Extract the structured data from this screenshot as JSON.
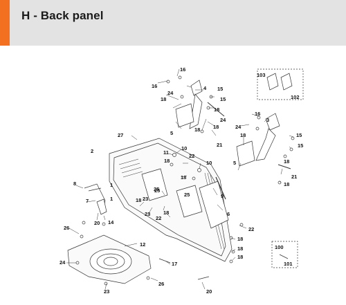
{
  "page": {
    "title": "H - Back panel"
  },
  "colors": {
    "accent": "#f37021",
    "header_bg": "#e3e3e3",
    "line": "#333333"
  },
  "callouts": [
    "16",
    "16",
    "4",
    "24",
    "15",
    "18",
    "15",
    "18",
    "24",
    "18",
    "21",
    "5",
    "18",
    "103",
    "102",
    "16",
    "3",
    "24",
    "15",
    "18",
    "5",
    "15",
    "18",
    "21",
    "18",
    "27",
    "2",
    "11",
    "10",
    "22",
    "18",
    "10",
    "18",
    "9",
    "6",
    "25",
    "18",
    "23",
    "23",
    "22",
    "18",
    "8",
    "7",
    "1",
    "1",
    "20",
    "14",
    "26",
    "12",
    "22",
    "18",
    "18",
    "18",
    "24",
    "17",
    "23",
    "26",
    "20",
    "100",
    "101",
    "25",
    "25"
  ]
}
